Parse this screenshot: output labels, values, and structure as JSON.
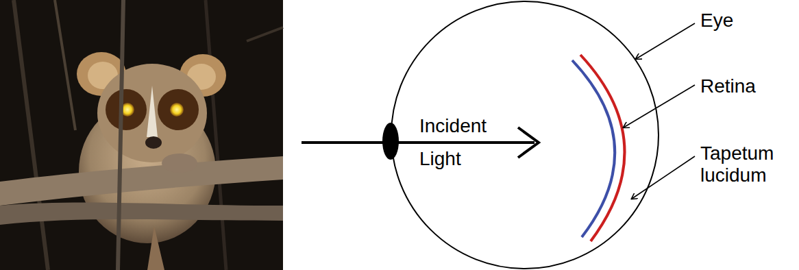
{
  "diagram": {
    "labels": [
      "Incident Light",
      "Eye",
      "Retina",
      "Tapetum lucidum"
    ]
  }
}
